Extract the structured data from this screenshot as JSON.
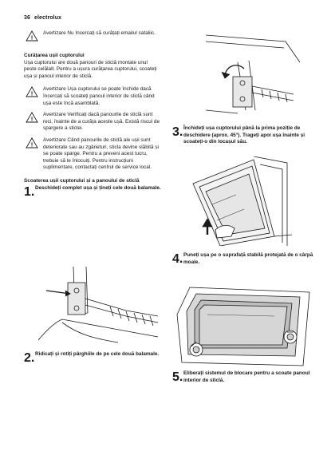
{
  "header": {
    "page_number": "36",
    "brand": "electrolux"
  },
  "left": {
    "warning1": "Avertizare Nu încercați să curățați emailul cataliic.",
    "section1_title": "Curățarea ușii cuptorului",
    "section1_body": "Ușa cuptorului are două panouri de sticlă montate unul peste celălalt. Pentru a ușura curățarea cuptorului, scoateți ușa și panoul interior de sticlă.",
    "warning2": "Avertizare Ușa cuptorului se poate închide dacă încercați să scoateți panoul interior de sticlă când ușa este încă asamblată.",
    "warning3": "Avertizare Verificați dacă panourile de sticlă sunt reci, înainte de a curăța aceste ușă. Există riscul de spargere a sticlei.",
    "warning4": "Avertizare Când panourile de sticlă ale ușii sunt deteriorate sau au zgârieturi, sticla devine slăbită și se poate sparge. Pentru a preveni acest lucru, trebuie să le înlocuiți. Pentru instrucțiuni suplimentare, contactați centrul de service local.",
    "section2_title": "Scoaterea ușii cuptorului și a panoului de sticlă",
    "step1_num": "1.",
    "step1": "Deschideți complet ușa și țineți cele două balamale.",
    "step2_num": "2.",
    "step2": "Ridicați și rotiți pârghiile de pe cele două balamale."
  },
  "right": {
    "step3_num": "3.",
    "step3": "Închideți ușa cuptorului până la prima poziție de deschidere (aprox. 45°). Trageți apoi ușa înainte și scoateți-o din locașul său.",
    "step4_num": "4.",
    "step4": "Puneți ușa pe o suprafață stabilă protejată de o cârpă moale.",
    "step5_num": "5.",
    "step5": "Eliberați sistemul de blocare pentru a scoate panoul interior de sticlă."
  }
}
